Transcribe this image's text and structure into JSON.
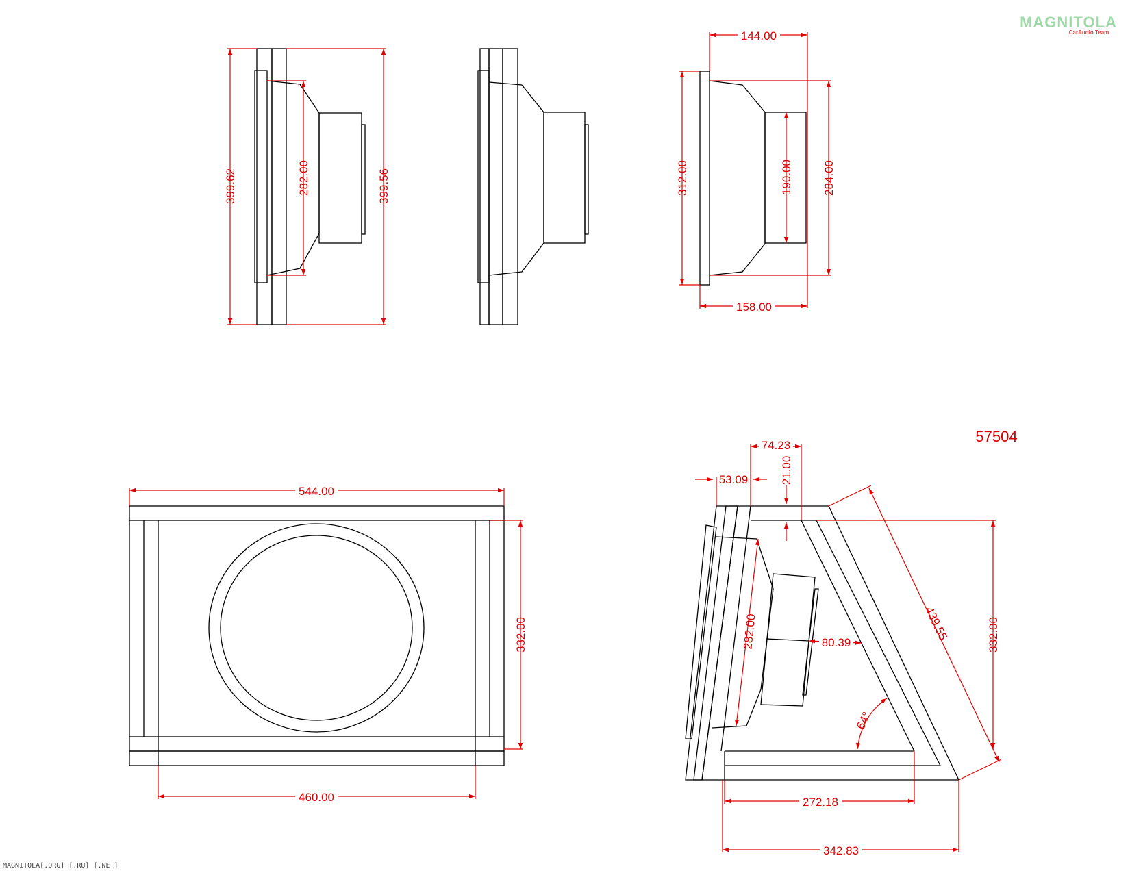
{
  "logo": {
    "text": "MAGNITOLA",
    "tagline": "CarAudio Team"
  },
  "watermark": "MAGNITOLA[.ORG] [.RU] [.NET]",
  "drawing_code": "57504",
  "dimensions": {
    "side_height_front": "399.62",
    "side_height_back": "399.56",
    "side_cone_span": "282.00",
    "speaker_depth_top": "144.00",
    "speaker_outer_height": "312.00",
    "speaker_magnet_height": "190.00",
    "speaker_basket_height": "284.00",
    "speaker_depth_bottom": "158.00",
    "box_outer_width": "544.00",
    "box_inner_height": "332.00",
    "box_inner_width": "460.00",
    "profile_top_offset": "74.23",
    "profile_baffle_offset": "53.09",
    "profile_top_thickness": "21.00",
    "profile_cone_span": "282.00",
    "profile_magnet_clearance": "80.39",
    "profile_diagonal": "439.55",
    "profile_height": "332.00",
    "profile_angle": "64°",
    "profile_inner_bottom": "272.18",
    "profile_outer_bottom": "342.83"
  }
}
